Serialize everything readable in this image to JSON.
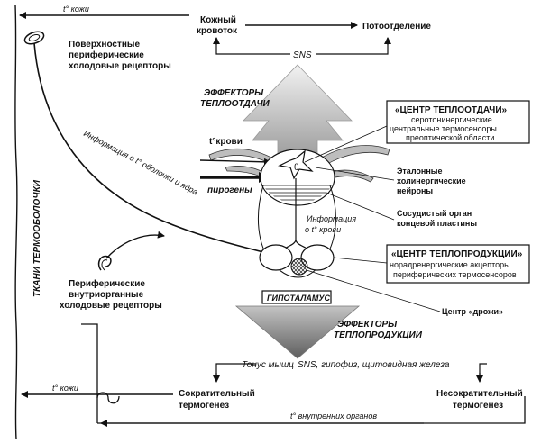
{
  "labels": {
    "t_skin_top": "t° кожи",
    "skin_blood_flow_l1": "Кожный",
    "skin_blood_flow_l2": "кровоток",
    "sweating": "Потоотделение",
    "sns_top": "SNS",
    "surface_receptors_l1": "Поверхностные",
    "surface_receptors_l2": "периферические",
    "surface_receptors_l3": "холодовые рецепторы",
    "heat_loss_effectors_l1": "ЭФФЕКТОРЫ",
    "heat_loss_effectors_l2": "ТЕПЛООТДАЧИ",
    "heat_loss_center_title": "«ЦЕНТР ТЕПЛООТДАЧИ»",
    "heat_loss_center_l1": "серотонинергические",
    "heat_loss_center_l2": "центральные термосенсоры",
    "heat_loss_center_l3": "преоптической области",
    "blood_temp": "t°крови",
    "info_shell_core": "Информация о t° оболочки и ядра",
    "pyrogens": "пирогены",
    "ref_neurons_l1": "Эталонные",
    "ref_neurons_l2": "холинергические",
    "ref_neurons_l3": "нейроны",
    "vascular_organ_l1": "Сосудистый орган",
    "vascular_organ_l2": "концевой пластины",
    "theta": "θ",
    "info_blood_l1": "Информация",
    "info_blood_l2": "о t° крови",
    "tissues_shell": "ТКАНИ ТЕРМООБОЛОЧКИ",
    "heat_prod_center_title": "«ЦЕНТР ТЕПЛОПРОДУКЦИИ»",
    "heat_prod_center_l1": "норадренергические акцепторы",
    "heat_prod_center_l2": "периферических термосенсоров",
    "internal_receptors_l1": "Периферические",
    "internal_receptors_l2": "внутриорганные",
    "internal_receptors_l3": "холодовые рецепторы",
    "hypothalamus": "ГИПОТАЛАМУС",
    "shiver_center": "Центр «дрожи»",
    "heat_prod_effectors_l1": "ЭФФЕКТОРЫ",
    "heat_prod_effectors_l2": "ТЕПЛОПРОДУКЦИИ",
    "muscle_tone": "Тонус мышц",
    "sns_bottom": "SNS, гипофиз, щитовидная железа",
    "t_skin_bottom": "t° кожи",
    "contractile_l1": "Сократительный",
    "contractile_l2": "термогенез",
    "noncontractile_l1": "Несократительный",
    "noncontractile_l2": "термогенез",
    "t_internal": "t° внутренних органов"
  }
}
